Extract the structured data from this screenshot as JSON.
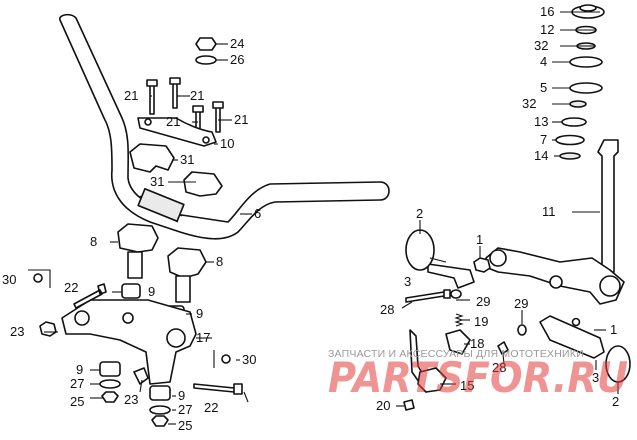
{
  "callouts": {
    "c16": "16",
    "c12": "12",
    "c32a": "32",
    "c4": "4",
    "c5": "5",
    "c32b": "32",
    "c13": "13",
    "c7": "7",
    "c14": "14",
    "c11": "11",
    "c24": "24",
    "c26": "26",
    "c21a": "21",
    "c21b": "21",
    "c21c": "21",
    "c21d": "21",
    "c10": "10",
    "c31a": "31",
    "c31b": "31",
    "c6": "6",
    "c8a": "8",
    "c8b": "8",
    "c30a": "30",
    "c22a": "22",
    "c9a": "9",
    "c9b": "9",
    "c23a": "23",
    "c17": "17",
    "c30b": "30",
    "c9c": "9",
    "c27a": "27",
    "c25a": "25",
    "c23b": "23",
    "c9d": "9",
    "c27b": "27",
    "c25b": "25",
    "c22b": "22",
    "c2a": "2",
    "c1a": "1",
    "c3a": "3",
    "c28a": "28",
    "c29a": "29",
    "c19": "19",
    "c18": "18",
    "c29b": "29",
    "c28b": "28",
    "c15": "15",
    "c20": "20",
    "c1b": "1",
    "c3b": "3",
    "c2b": "2"
  },
  "watermark": {
    "caption": "ЗАПЧАСТИ И АКСЕССУАРЫ ДЛЯ МОТОТЕХНИКИ",
    "brand": "PARTSFOR.RU"
  }
}
